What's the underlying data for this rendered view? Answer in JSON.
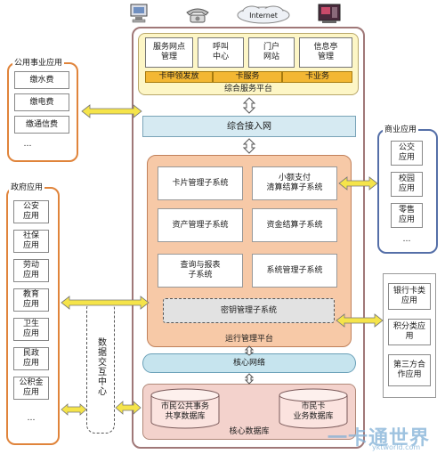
{
  "top_icons": {
    "internet_label": "Internet"
  },
  "service_platform": {
    "title": "综合服务平台",
    "boxes": [
      "服务网点\n管理",
      "呼叫\n中心",
      "门户\n网站",
      "信息亭\n管理"
    ],
    "bars": [
      "卡申领发放",
      "卡服务",
      "卡业务"
    ]
  },
  "access_network": {
    "label": "综合接入网"
  },
  "ops_platform": {
    "title": "运行管理平台",
    "subsystems": [
      "卡片管理子系统",
      "小额支付\n清算结算子系统",
      "资产管理子系统",
      "资金结算子系统",
      "查询与报表\n子系统",
      "系统管理子系统"
    ],
    "key_mgmt": "密钥管理子系统"
  },
  "core_network": {
    "label": "核心网络"
  },
  "core_db": {
    "title": "核心数据库",
    "dbs": [
      "市民公共事务\n共享数据库",
      "市民卡\n业务数据库"
    ]
  },
  "utility_apps": {
    "title": "公用事业应用",
    "items": [
      "缴水费",
      "缴电费",
      "缴通信费",
      "…"
    ]
  },
  "gov_apps": {
    "title": "政府应用",
    "items": [
      "公安\n应用",
      "社保\n应用",
      "劳动\n应用",
      "教育\n应用",
      "卫生\n应用",
      "民政\n应用",
      "公积金\n应用",
      "…"
    ]
  },
  "commercial_apps": {
    "title": "商业应用",
    "items": [
      "公交\n应用",
      "校园\n应用",
      "零售\n应用",
      "…"
    ]
  },
  "other_apps": {
    "items": [
      "银行卡类\n应用",
      "积分类应\n用",
      "第三方合\n作应用"
    ]
  },
  "data_exchange": {
    "label": "数据交互中心"
  },
  "watermark": {
    "text": "一卡通世界",
    "url": "yktworld.com"
  }
}
